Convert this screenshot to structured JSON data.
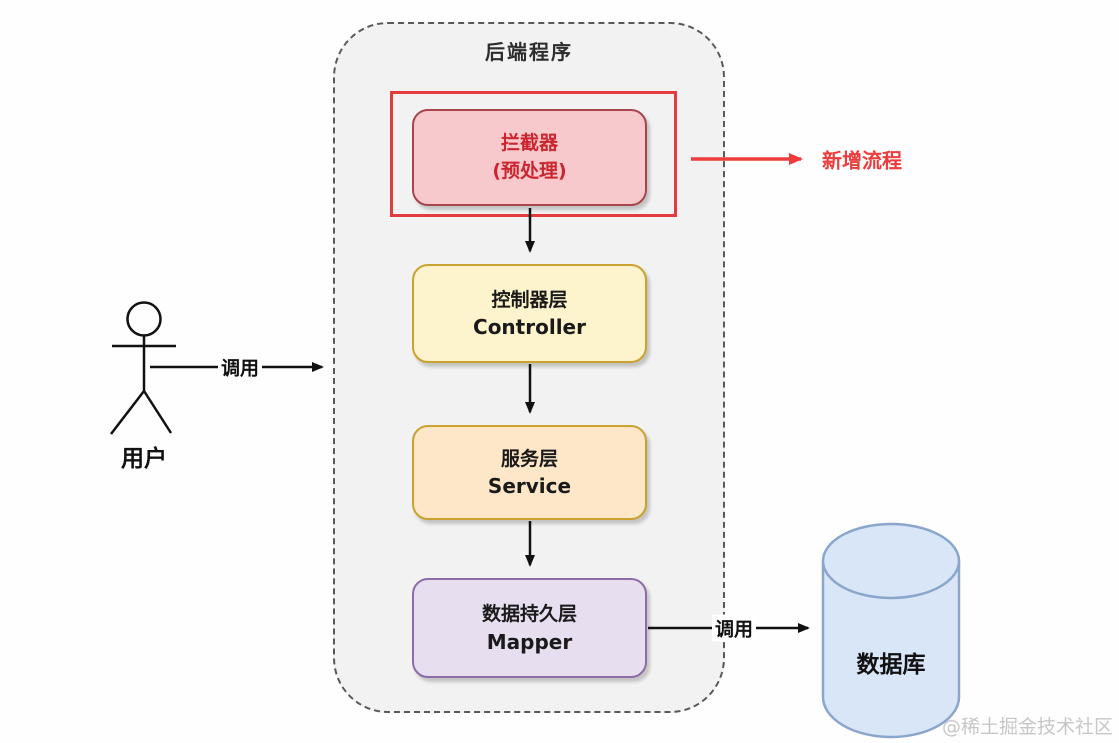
{
  "title": "后端程序",
  "nodes": {
    "interceptor": {
      "line1": "拦截器",
      "line2": "(预处理)"
    },
    "controller": {
      "line1": "控制器层",
      "line2": "Controller"
    },
    "service": {
      "line1": "服务层",
      "line2": "Service"
    },
    "mapper": {
      "line1": "数据持久层",
      "line2": "Mapper"
    },
    "database": {
      "label": "数据库"
    }
  },
  "actor": {
    "label": "用户"
  },
  "edges": {
    "user_call_label": "调用",
    "db_call_label": "调用"
  },
  "annotations": {
    "new_flow_label": "新增流程"
  },
  "watermark": "@稀土掘金技术社区",
  "colors": {
    "highlight_red": "#e23c3c",
    "new_flow_red": "#ee3b3b",
    "interceptor_fill": "#f7c9cc",
    "interceptor_border": "#a8444c",
    "interceptor_text": "#cb2630",
    "controller_fill": "#fdf3cd",
    "service_fill": "#fde7c8",
    "gold_border": "#c9a22f",
    "mapper_fill": "#e7def0",
    "mapper_border": "#8d6ca8",
    "database_fill": "#d9e6f8",
    "database_border": "#8ba6cc",
    "container_fill": "#f2f2f2"
  }
}
